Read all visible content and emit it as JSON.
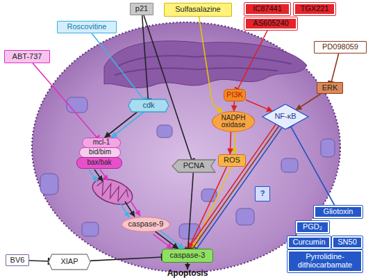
{
  "diagram": {
    "nodes": [
      {
        "text": [
          "p21"
        ]
      },
      {
        "text": [
          "Sulfasalazine"
        ]
      },
      {
        "text": [
          "IC87441"
        ]
      },
      {
        "text": [
          "TGX221"
        ]
      },
      {
        "text": [
          "AS605240"
        ]
      },
      {
        "text": [
          "Roscovitine"
        ]
      },
      {
        "text": [
          "PD098059"
        ]
      },
      {
        "text": [
          "ABT-737"
        ]
      },
      {
        "text": [
          "ERK"
        ]
      },
      {
        "text": [
          "PI3K"
        ]
      },
      {
        "text": [
          "cdk"
        ]
      },
      {
        "text": [
          "NF-κB"
        ]
      },
      {
        "text": [
          "NADPH oxidase"
        ]
      },
      {
        "text": [
          "mcl-1"
        ]
      },
      {
        "text": [
          "bid/bim"
        ]
      },
      {
        "text": [
          "bax/bak"
        ]
      },
      {
        "text": [
          "ROS"
        ]
      },
      {
        "text": [
          "PCNA"
        ]
      },
      {
        "text": [
          "?"
        ]
      },
      {
        "text": [
          "Gliotoxin"
        ]
      },
      {
        "text": [
          "caspase-9"
        ]
      },
      {
        "text": [
          "PGD₂"
        ]
      },
      {
        "text": [
          "Curcumin"
        ]
      },
      {
        "text": [
          "SN50"
        ]
      },
      {
        "text": [
          "BV6"
        ]
      },
      {
        "text": [
          "XIAP"
        ]
      },
      {
        "text": [
          "caspase-3"
        ]
      },
      {
        "text": [
          "Pyrrolidine- dithiocarbamate"
        ]
      }
    ],
    "edges": [
      {
        "from": 0,
        "to": 10,
        "arrow": "to"
      },
      {
        "from": 0,
        "to": 17,
        "arrow": "to"
      },
      {
        "from": 5,
        "to": 10,
        "arrow": "to"
      },
      {
        "from": 10,
        "to": 13,
        "arrow": "to"
      },
      {
        "from": 10,
        "to": 13,
        "arrow": "to"
      },
      {
        "from": 7,
        "to": 13,
        "arrow": "to"
      },
      {
        "from": 1,
        "to": 12,
        "arrow": "to"
      },
      {
        "from": 4,
        "to": 9,
        "arrow": "to"
      },
      {
        "from": 9,
        "to": 12,
        "arrow": "to"
      },
      {
        "from": 12,
        "to": 16,
        "arrow": "to"
      },
      {
        "from": 12,
        "to": 16,
        "arrow": "to"
      },
      {
        "from": 16,
        "to": 26,
        "arrow": "to"
      },
      {
        "from": 16,
        "to": 26,
        "arrow": "to"
      },
      {
        "from": 9,
        "to": 11,
        "arrow": "to"
      },
      {
        "from": 6,
        "to": 8,
        "arrow": "to"
      },
      {
        "from": 8,
        "to": 11,
        "arrow": "to"
      },
      {
        "from": 11,
        "to": 26,
        "arrow": "to"
      },
      {
        "from": 11,
        "to": 26,
        "arrow": "to"
      },
      {
        "from": 11,
        "to": 26,
        "arrow": "to"
      },
      {
        "from": 19,
        "to": 11,
        "arrow": "to"
      },
      {
        "from": 20,
        "to": 26,
        "arrow": "to"
      },
      {
        "from": 20,
        "to": 26,
        "arrow": "to"
      },
      {
        "from": 20,
        "to": 26,
        "arrow": "to"
      },
      {
        "from": 17,
        "to": 26,
        "arrow": "to"
      },
      {
        "from": 25,
        "to": 26,
        "arrow": "to"
      },
      {
        "from": 24,
        "to": 25,
        "arrow": "to"
      }
    ],
    "labels": [
      "Apoptosis"
    ]
  }
}
